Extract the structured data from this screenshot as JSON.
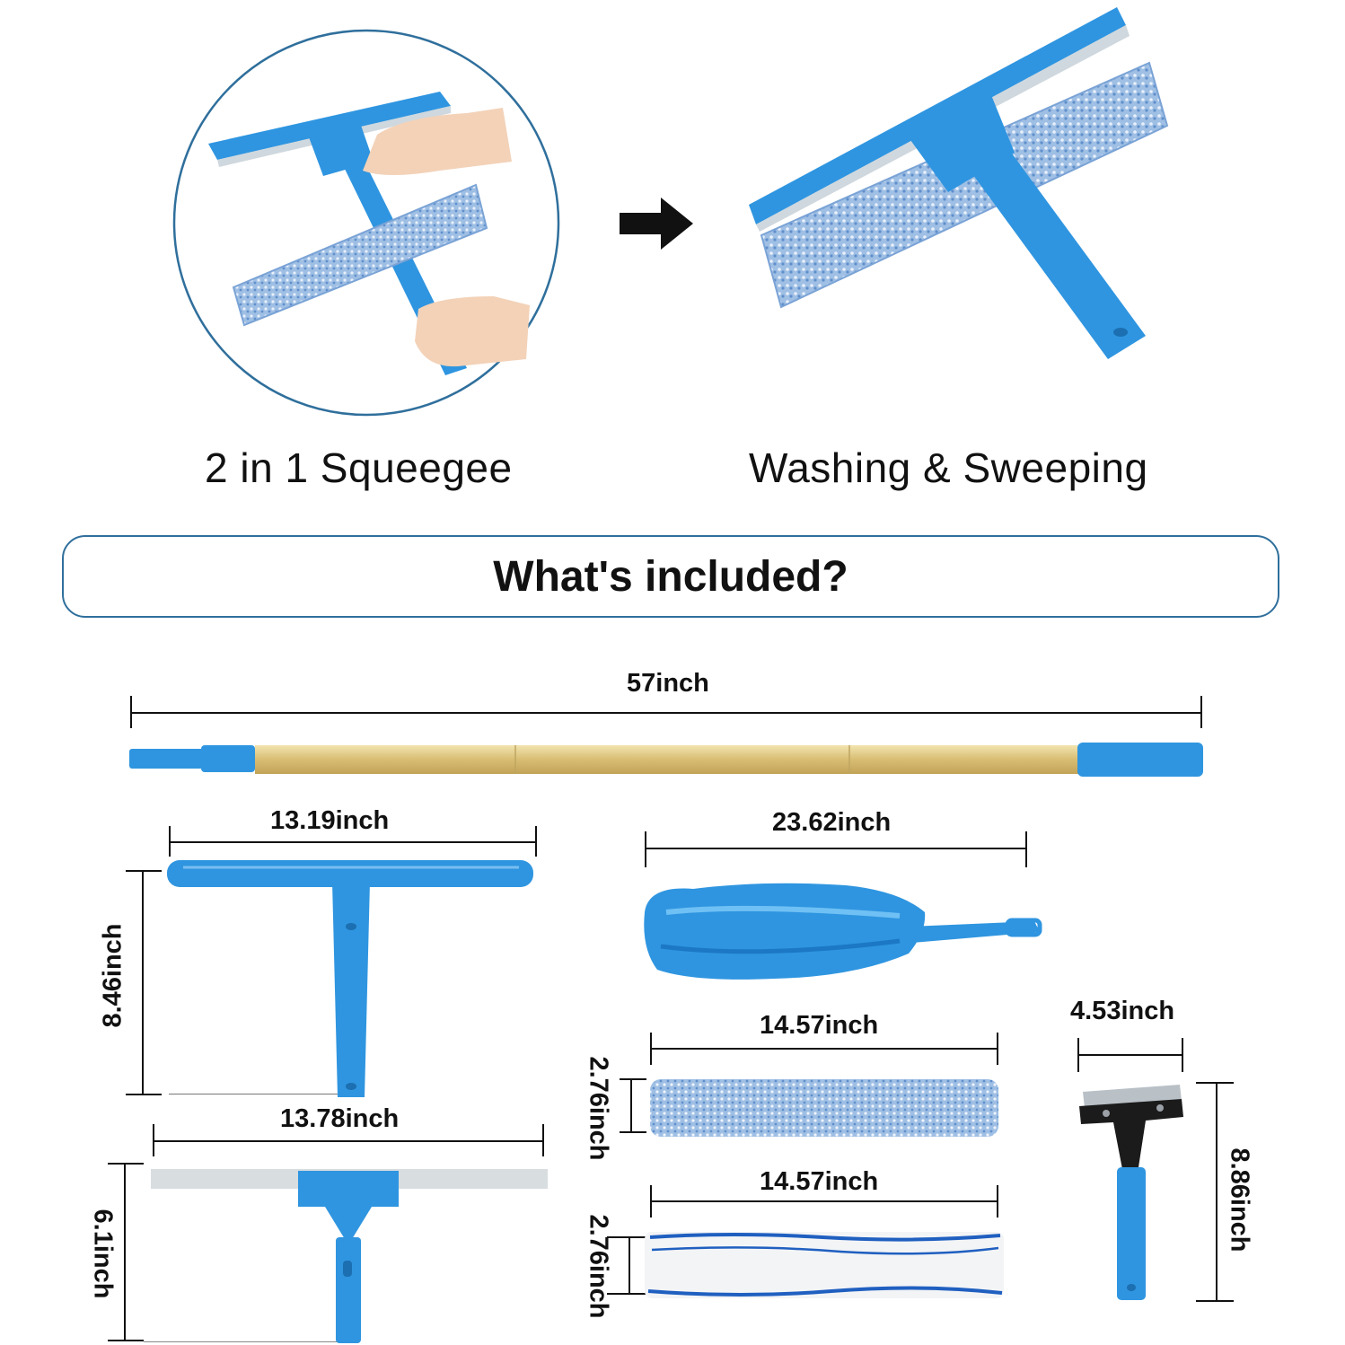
{
  "captions": {
    "left": "2 in 1 Squeegee",
    "right": "Washing & Sweeping"
  },
  "banner": {
    "title": "What's included?"
  },
  "dimensions": {
    "pole_length": "57inch",
    "tbar_width": "13.19inch",
    "tbar_height": "8.46inch",
    "squeegee_width": "13.78inch",
    "squeegee_height": "6.1inch",
    "duster_width": "23.62inch",
    "pad1_width": "14.57inch",
    "pad1_height": "2.76inch",
    "pad2_width": "14.57inch",
    "pad2_height": "2.76inch",
    "scraper_width": "4.53inch",
    "scraper_height": "8.86inch"
  },
  "colors": {
    "tool_blue": "#2f95e0",
    "microfiber_blue": "#8fb4de",
    "pole_gold": "#e2cc8a",
    "banner_border": "#2f6f9c",
    "circle_border": "#2f6f9c"
  },
  "icons": [
    "arrow-right-icon"
  ]
}
